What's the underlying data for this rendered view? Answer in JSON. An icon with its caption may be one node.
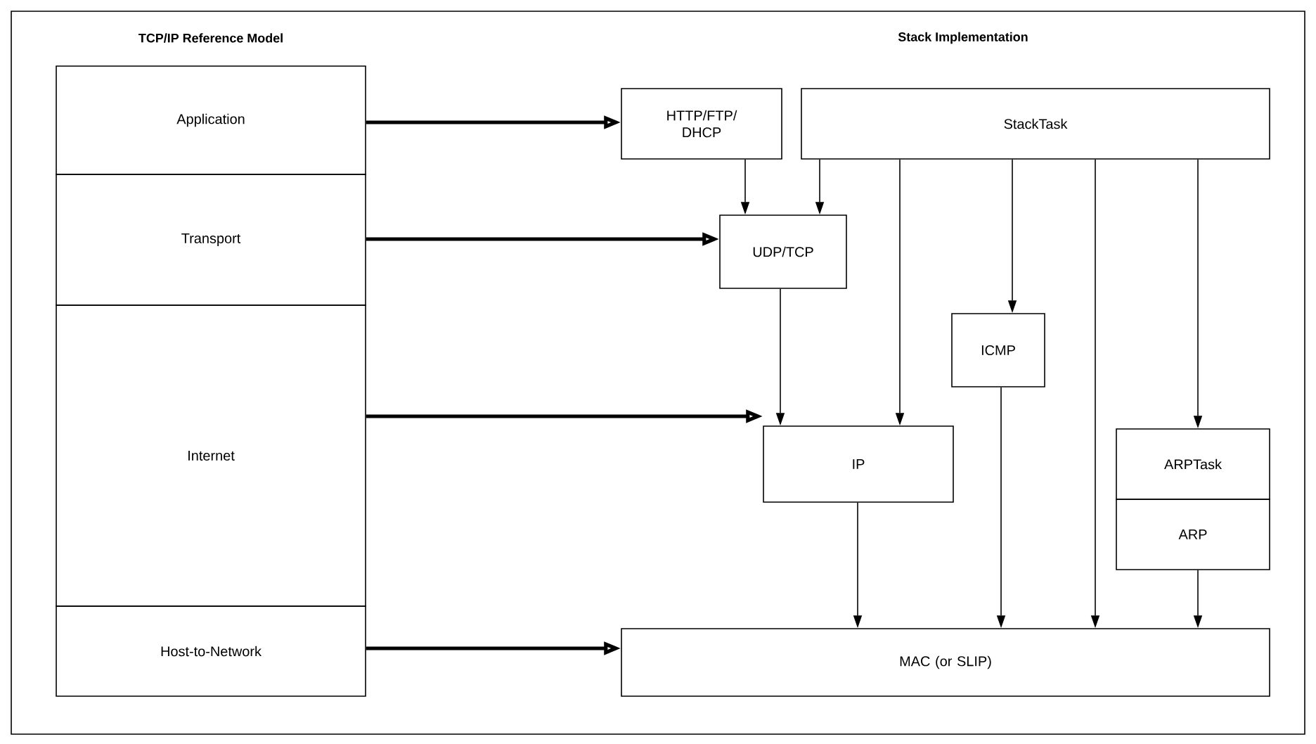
{
  "diagram": {
    "nodes": [
      {
        "text": [
          "Application"
        ]
      },
      {
        "text": [
          "Transport"
        ]
      },
      {
        "text": [
          "Internet"
        ]
      },
      {
        "text": [
          "Host-to-Network"
        ]
      },
      {
        "text": [
          "HTTP/FTP/ DHCP"
        ]
      },
      {
        "text": [
          "StackTask"
        ]
      },
      {
        "text": [
          "UDP/TCP"
        ]
      },
      {
        "text": [
          "ICMP"
        ]
      },
      {
        "text": [
          "IP"
        ]
      },
      {
        "text": [
          "ARPTask"
        ]
      },
      {
        "text": [
          "ARP"
        ]
      },
      {
        "text": [
          "MAC (or SLIP)"
        ]
      }
    ],
    "edges": [
      {
        "from": 0,
        "to": 4,
        "arrow": "to",
        "style": "thick"
      },
      {
        "from": 1,
        "to": 6,
        "arrow": "to",
        "style": "thick"
      },
      {
        "from": 2,
        "to": 8,
        "arrow": "to",
        "style": "thick"
      },
      {
        "from": 3,
        "to": 11,
        "arrow": "to",
        "style": "thick"
      },
      {
        "from": 4,
        "to": 6,
        "arrow": "to"
      },
      {
        "from": 5,
        "to": 6,
        "arrow": "to"
      },
      {
        "from": 5,
        "to": 8,
        "arrow": "to"
      },
      {
        "from": 5,
        "to": 7,
        "arrow": "to"
      },
      {
        "from": 5,
        "to": 11,
        "arrow": "to"
      },
      {
        "from": 5,
        "to": 9,
        "arrow": "to"
      },
      {
        "from": 6,
        "to": 8,
        "arrow": "to"
      },
      {
        "from": 8,
        "to": 11,
        "arrow": "to"
      },
      {
        "from": 7,
        "to": 11,
        "arrow": "to"
      },
      {
        "from": 10,
        "to": 11,
        "arrow": "to"
      }
    ],
    "labels": [
      "TCP/IP Reference Model",
      "Stack Implementation"
    ]
  }
}
